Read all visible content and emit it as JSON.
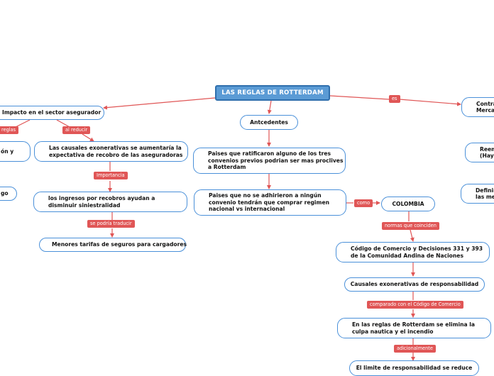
{
  "map": {
    "root": "LAS REGLAS DE ROTTERDAM",
    "nodes": {
      "impacto": "Impacto en el sector asegurador",
      "causales_aseg_1": "Las causales exonerativas se aumentaría la",
      "causales_aseg_2": "expectativa de recobro de las aseguradoras",
      "ingresos_1": "los ingresos por recobros ayudan a",
      "ingresos_2": "disminuir siniestralidad",
      "menores": "Menores tarifas de seguros para cargadores",
      "left_cut_1": "ón y",
      "left_cut_2": "go",
      "antecedentes": "Antcedentes",
      "paises_rat_1": "Paises que ratificaron alguno de los tres",
      "paises_rat_2": "convenios previos podrian ser mas proclives",
      "paises_rat_3": "a Rotterdam",
      "paises_no_1": "Paises que no se adhirieron a ningún",
      "paises_no_2": "convenio tendrán que comprar regimen",
      "paises_no_3": "nacional vs internacional",
      "colombia": "COLOMBIA",
      "codigo_1": "Código de Comercio y Decisiones 331 y 393",
      "codigo_2": "de la Comunidad Andina de Naciones",
      "causales_resp": "Causales exonerativas de responsabilidad",
      "culpa_1": "En las reglas de Rotterdam se elimina la",
      "culpa_2": "culpa nautica y el incendio",
      "limite": "El limite de responsabilidad se reduce",
      "right_cut_1a": "Contra",
      "right_cut_1b": "Mercan",
      "right_cut_2a": "Reem",
      "right_cut_2b": "(Haya",
      "right_cut_3a": "Definir",
      "right_cut_3b": "las me"
    },
    "labels": {
      "reglas": "reglas",
      "al_reducir": "al reducir",
      "importancia": "Importancia",
      "se_podria": "se podría traducir",
      "es": "es",
      "como": "como",
      "normas": "normas que coinciden",
      "comparado": "comparado con el Código de Comercio",
      "adicionalmente": "adicionalmente"
    },
    "colors": {
      "link": "#e05656",
      "border": "#4a90d9",
      "root_fill": "#5b9bd5",
      "label_fill": "#e05656"
    }
  }
}
